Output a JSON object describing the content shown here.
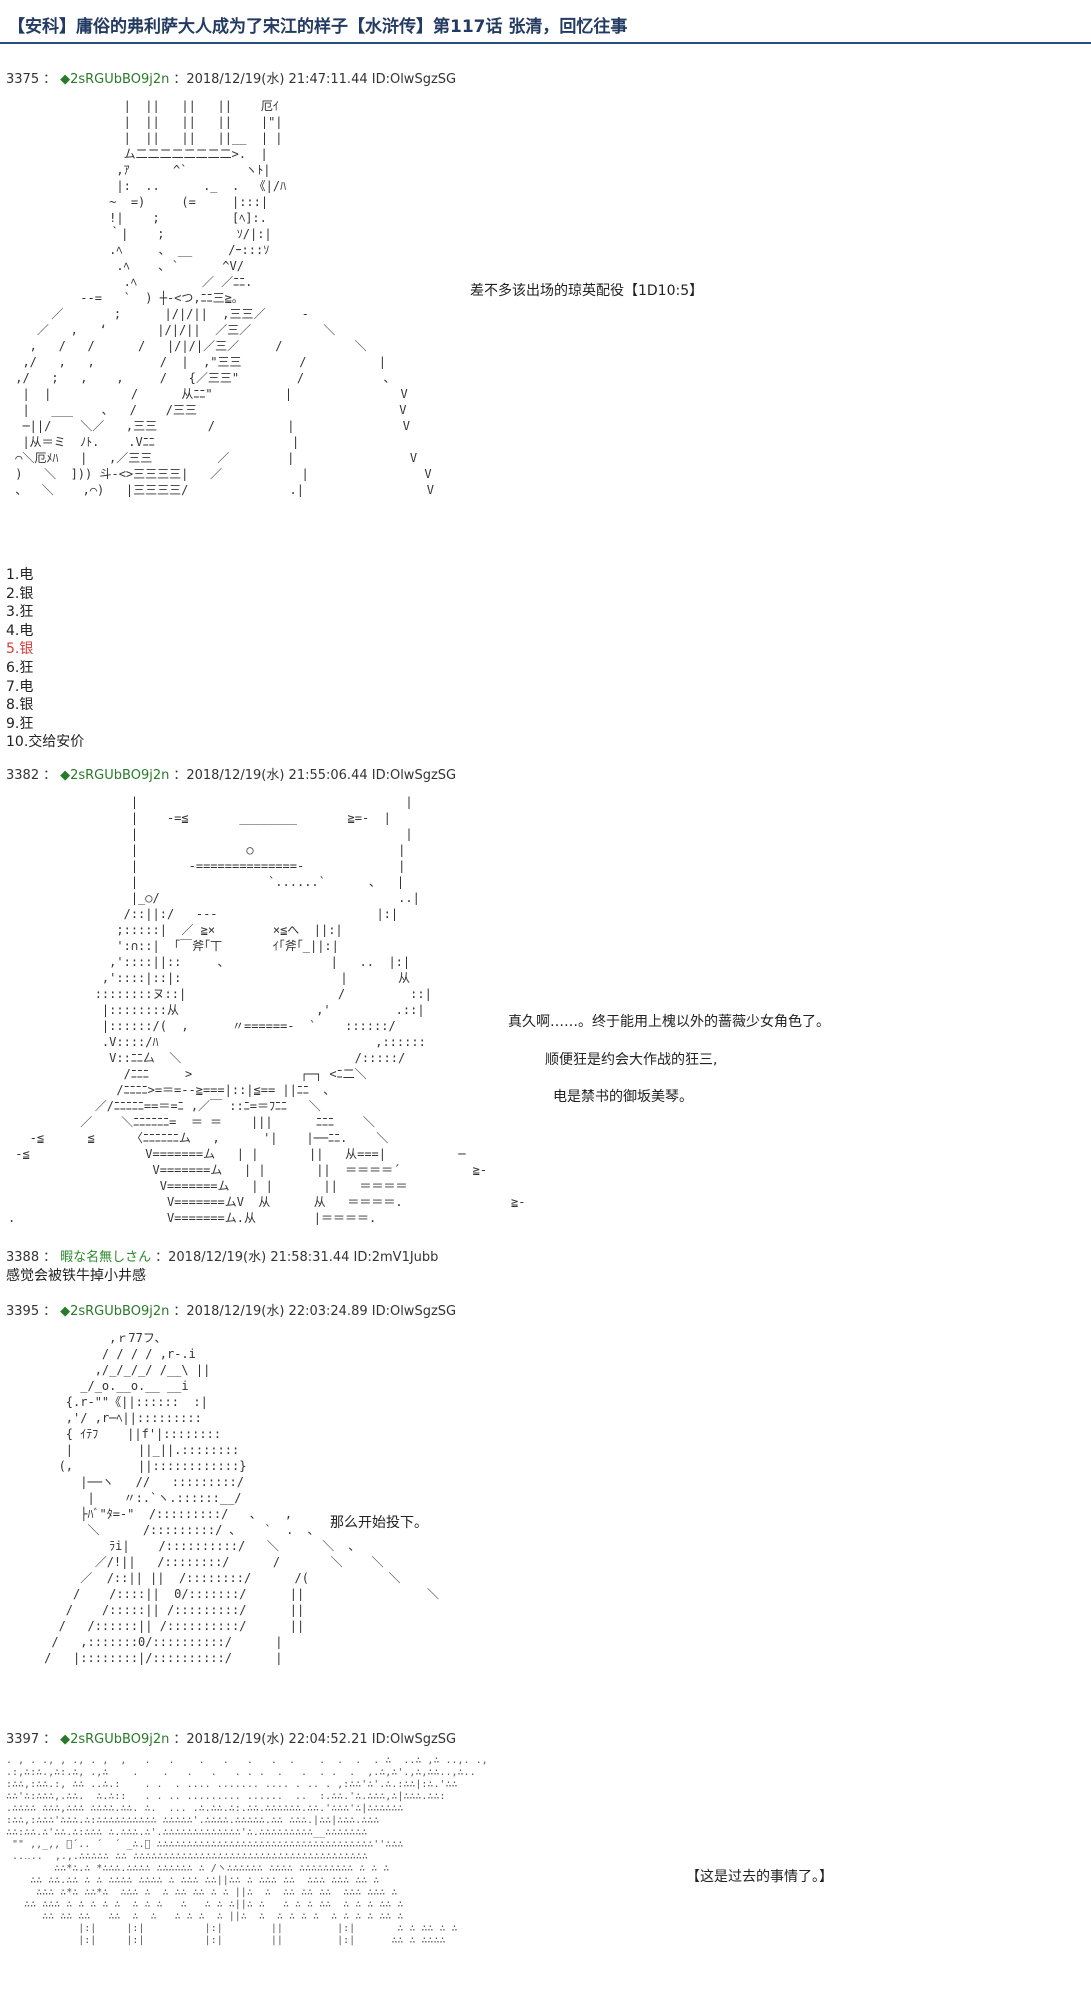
{
  "page": {
    "title": "【安科】庸俗的弗利萨大人成为了宋江的样子【水浒传】第117话 张清，回忆往事"
  },
  "posts": [
    {
      "number": "3375",
      "sep": "：",
      "author": "◆2sRGUbBO9j2n",
      "meta": "：2018/12/19(水) 21:47:11.44 ID:OlwSgzSG",
      "note": "差不多该出场的琼英配役【1D10:5】",
      "list": [
        "1.电",
        "2.银",
        "3.狂",
        "4.电",
        "5.银",
        "6.狂",
        "7.电",
        "8.银",
        "9.狂",
        "10.交给安价"
      ]
    },
    {
      "number": "3382",
      "sep": "：",
      "author": "◆2sRGUbBO9j2n",
      "meta": "：2018/12/19(水) 21:55:06.44 ID:OlwSgzSG",
      "lines": [
        "真久啊……。终于能用上槐以外的蔷薇少女角色了。",
        "顺便狂是约会大作战的狂三,",
        "电是禁书的御坂美琴。"
      ]
    },
    {
      "number": "3388",
      "sep": "：",
      "author": "暇な名無しさん",
      "meta": "：2018/12/19(水) 21:58:31.44 ID:2mV1Jubb",
      "body": "感觉会被铁牛掉小井感"
    },
    {
      "number": "3395",
      "sep": "：",
      "author": "◆2sRGUbBO9j2n",
      "meta": "：2018/12/19(水) 22:03:24.89 ID:OlwSgzSG",
      "note": "那么开始投下。"
    },
    {
      "number": "3397",
      "sep": "：",
      "author": "◆2sRGUbBO9j2n",
      "meta": "：2018/12/19(水) 22:04:52.21 ID:OlwSgzSG",
      "note": "【这是过去的事情了。】"
    }
  ]
}
